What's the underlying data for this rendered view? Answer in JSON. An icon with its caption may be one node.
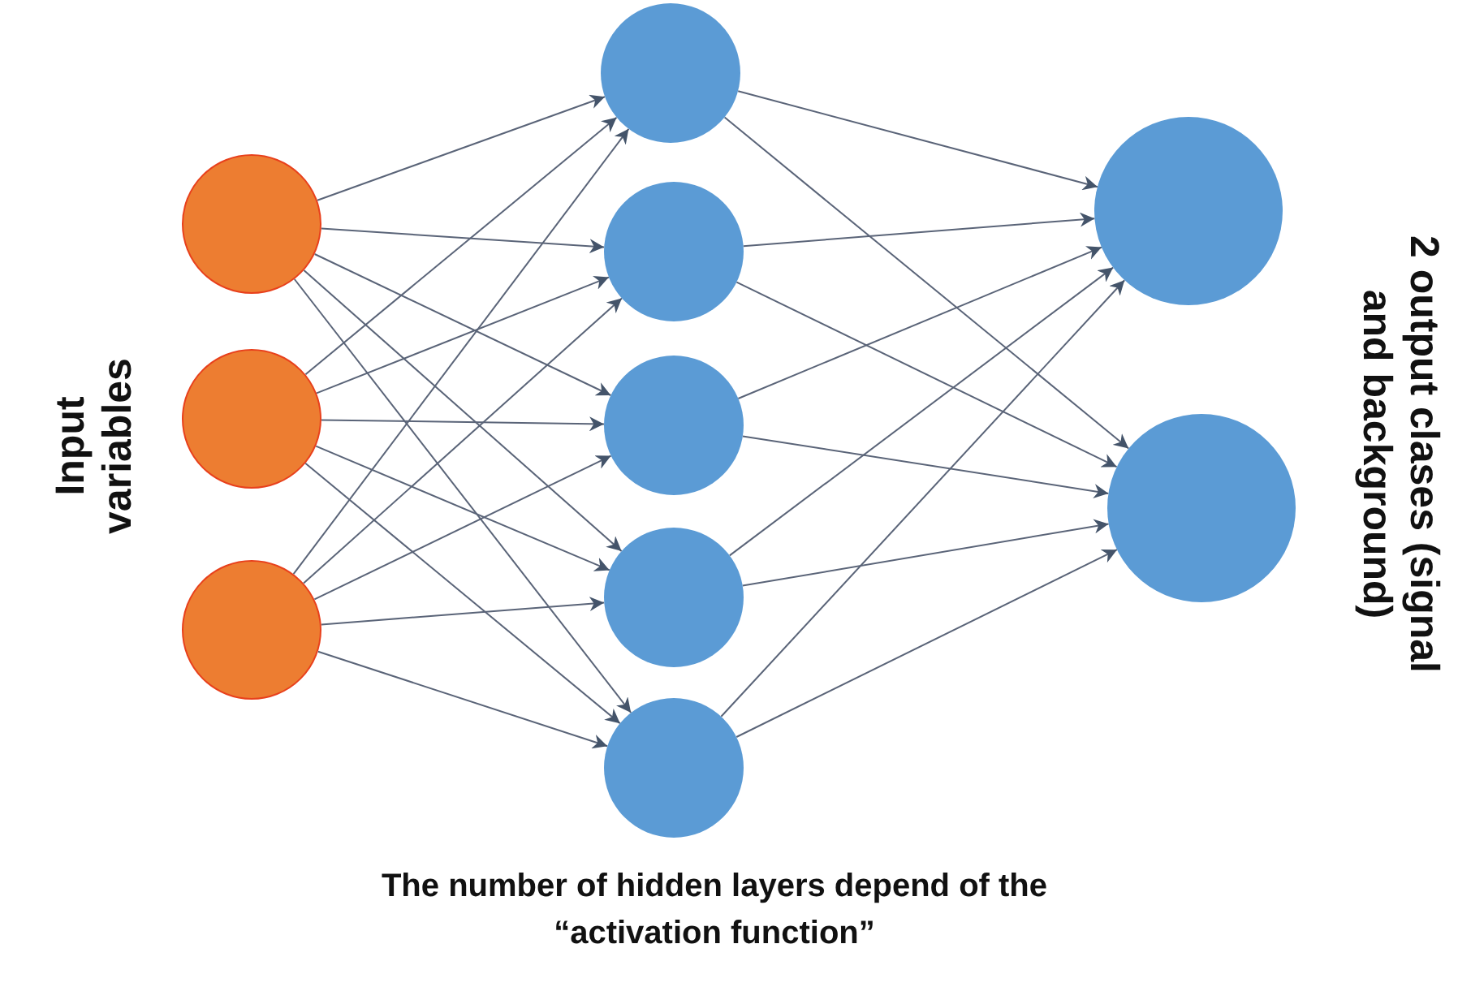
{
  "diagram": {
    "caption": "The number of hidden layers depend of the “activation function”",
    "nodes": [
      {
        "text": [],
        "shape": "circle"
      },
      {
        "text": [],
        "shape": "circle"
      },
      {
        "text": [],
        "shape": "circle"
      },
      {
        "text": [],
        "shape": "circle"
      },
      {
        "text": [],
        "shape": "circle"
      },
      {
        "text": [],
        "shape": "circle"
      },
      {
        "text": [],
        "shape": "circle"
      },
      {
        "text": [],
        "shape": "circle"
      },
      {
        "text": [],
        "shape": "circle"
      },
      {
        "text": [],
        "shape": "circle"
      }
    ],
    "edges": [
      {
        "from": 0,
        "to": 3,
        "arrow": "to"
      },
      {
        "from": 0,
        "to": 4,
        "arrow": "to"
      },
      {
        "from": 0,
        "to": 5,
        "arrow": "to"
      },
      {
        "from": 0,
        "to": 6,
        "arrow": "to"
      },
      {
        "from": 0,
        "to": 7,
        "arrow": "to"
      },
      {
        "from": 1,
        "to": 3,
        "arrow": "to"
      },
      {
        "from": 1,
        "to": 4,
        "arrow": "to"
      },
      {
        "from": 1,
        "to": 5,
        "arrow": "to"
      },
      {
        "from": 1,
        "to": 6,
        "arrow": "to"
      },
      {
        "from": 1,
        "to": 7,
        "arrow": "to"
      },
      {
        "from": 2,
        "to": 3,
        "arrow": "to"
      },
      {
        "from": 2,
        "to": 4,
        "arrow": "to"
      },
      {
        "from": 2,
        "to": 5,
        "arrow": "to"
      },
      {
        "from": 2,
        "to": 6,
        "arrow": "to"
      },
      {
        "from": 2,
        "to": 7,
        "arrow": "to"
      },
      {
        "from": 3,
        "to": 8,
        "arrow": "to"
      },
      {
        "from": 3,
        "to": 9,
        "arrow": "to"
      },
      {
        "from": 4,
        "to": 8,
        "arrow": "to"
      },
      {
        "from": 4,
        "to": 9,
        "arrow": "to"
      },
      {
        "from": 5,
        "to": 8,
        "arrow": "to"
      },
      {
        "from": 5,
        "to": 9,
        "arrow": "to"
      },
      {
        "from": 6,
        "to": 8,
        "arrow": "to"
      },
      {
        "from": 6,
        "to": 9,
        "arrow": "to"
      },
      {
        "from": 7,
        "to": 8,
        "arrow": "to"
      },
      {
        "from": 7,
        "to": 9,
        "arrow": "to"
      }
    ],
    "labels": [
      "Input variables",
      "2 output clases (signal and background)"
    ]
  }
}
